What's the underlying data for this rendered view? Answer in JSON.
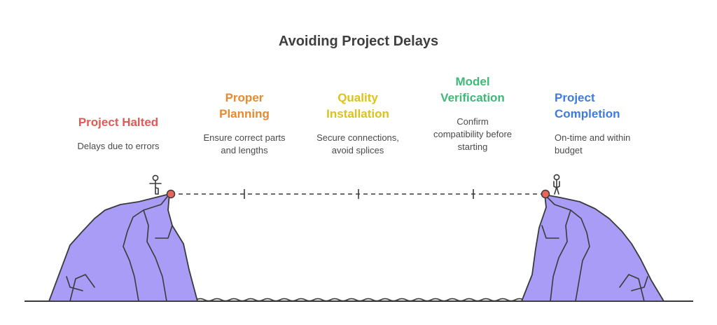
{
  "title": "Avoiding Project Delays",
  "colors": {
    "rock_fill": "#a89cf6",
    "outline": "#3a3a3a",
    "node": "#e9665d"
  },
  "steps": [
    {
      "heading_lines": [
        "Project Halted"
      ],
      "desc_lines": [
        "Delays due to errors"
      ],
      "color": "#e05a56"
    },
    {
      "heading_lines": [
        "Proper",
        "Planning"
      ],
      "desc_lines": [
        "Ensure correct parts",
        "and lengths"
      ],
      "color": "#e8892f"
    },
    {
      "heading_lines": [
        "Quality",
        "Installation"
      ],
      "desc_lines": [
        "Secure connections,",
        "avoid splices"
      ],
      "color": "#dcc21a"
    },
    {
      "heading_lines": [
        "Model",
        "Verification"
      ],
      "desc_lines": [
        "Confirm",
        "compatibility before",
        "starting"
      ],
      "color": "#3fb878"
    },
    {
      "heading_lines": [
        "Project",
        "Completion"
      ],
      "desc_lines": [
        "On-time and within",
        "budget"
      ],
      "color": "#3e7be0"
    }
  ]
}
